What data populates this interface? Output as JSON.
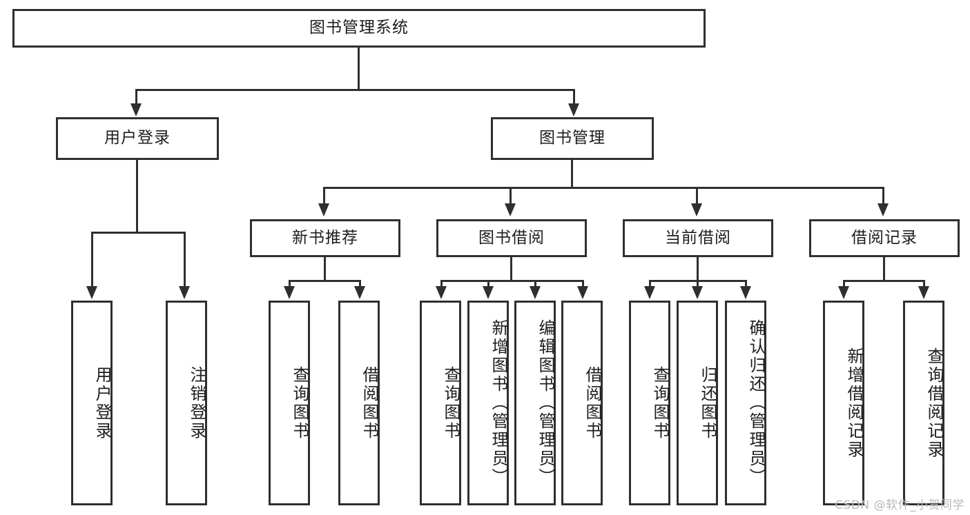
{
  "diagram": {
    "title": "图书管理系统",
    "type": "tree-hierarchy-diagram",
    "colors": {
      "stroke": "#2f2f2f",
      "fill": "#ffffff",
      "text": "#1d1d1d",
      "watermark": "#b9b9b9"
    },
    "watermark": "CSDN @软件_小贺同学",
    "levels": {
      "root": {
        "label": "图书管理系统"
      },
      "level2": [
        {
          "label": "用户登录"
        },
        {
          "label": "图书管理"
        }
      ],
      "level3": [
        {
          "label": "新书推荐"
        },
        {
          "label": "图书借阅"
        },
        {
          "label": "当前借阅"
        },
        {
          "label": "借阅记录"
        }
      ],
      "leaves": [
        {
          "label": "用户登录",
          "parent": "用户登录"
        },
        {
          "label": "注销登录",
          "parent": "用户登录"
        },
        {
          "label": "查询图书",
          "parent": "新书推荐"
        },
        {
          "label": "借阅图书",
          "parent": "新书推荐"
        },
        {
          "label": "查询图书",
          "parent": "图书借阅"
        },
        {
          "label": "新增图书（管理员）",
          "parent": "图书借阅"
        },
        {
          "label": "编辑图书（管理员）",
          "parent": "图书借阅"
        },
        {
          "label": "借阅图书",
          "parent": "图书借阅"
        },
        {
          "label": "查询图书",
          "parent": "当前借阅"
        },
        {
          "label": "归还图书",
          "parent": "当前借阅"
        },
        {
          "label": "确认归还（管理员）",
          "parent": "当前借阅"
        },
        {
          "label": "新增借阅记录",
          "parent": "借阅记录"
        },
        {
          "label": "查询借阅记录",
          "parent": "借阅记录"
        }
      ]
    }
  }
}
